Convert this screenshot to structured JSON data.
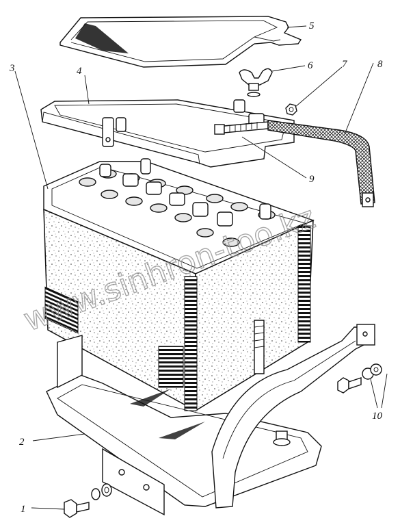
{
  "callouts": [
    {
      "id": "1",
      "label": "1"
    },
    {
      "id": "2",
      "label": "2"
    },
    {
      "id": "3",
      "label": "3"
    },
    {
      "id": "4",
      "label": "4"
    },
    {
      "id": "5",
      "label": "5"
    },
    {
      "id": "6",
      "label": "6"
    },
    {
      "id": "7",
      "label": "7"
    },
    {
      "id": "8",
      "label": "8"
    },
    {
      "id": "9",
      "label": "9"
    },
    {
      "id": "10",
      "label": "10"
    }
  ],
  "watermark": "www.sinhron-too.kz",
  "colors": {
    "ink": "#111111",
    "paper": "#ffffff",
    "watermark": "#8a8a8a"
  }
}
